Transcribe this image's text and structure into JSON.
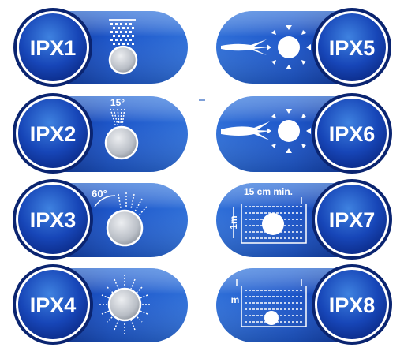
{
  "badges": [
    {
      "code": "IPX1",
      "annotation": ""
    },
    {
      "code": "IPX2",
      "annotation": "15°"
    },
    {
      "code": "IPX3",
      "annotation": "60°"
    },
    {
      "code": "IPX4",
      "annotation": ""
    },
    {
      "code": "IPX5",
      "annotation": ""
    },
    {
      "code": "IPX6",
      "annotation": ""
    },
    {
      "code": "IPX7",
      "annotation": "15 cm min.",
      "depth_label": "1m"
    },
    {
      "code": "IPX8",
      "annotation": "",
      "depth_label": "m"
    }
  ],
  "colors": {
    "pill_dark": "#0b2a86",
    "pill_mid": "#1d56c9",
    "pill_light": "#7fb3f0",
    "ring_outer": "#0a2470",
    "ring_white": "#ffffff",
    "disc_inner": "#1540b0",
    "sphere": "#c8ccd2",
    "spray": "#ffffff"
  }
}
